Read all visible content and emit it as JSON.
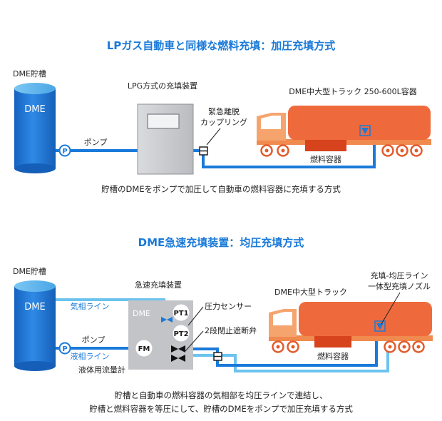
{
  "section1": {
    "title": "LPガス自動車と同様な燃料充填：加圧充填方式",
    "tank_label": "DME貯槽",
    "tank_text": "DME",
    "pump_label": "ポンプ",
    "pump_symbol": "P",
    "dispenser_label": "LPG方式の充填装置",
    "coupling_label_1": "緊急離脱",
    "coupling_label_2": "カップリング",
    "truck_label": "DME中大型トラック 250-600L容器",
    "container_label": "燃料容器",
    "caption": "貯槽のDMEをポンプで加圧して自動車の燃料容器に充填する方式"
  },
  "section2": {
    "title": "DME急速充填装置：均圧充填方式",
    "tank_label": "DME貯槽",
    "tank_text": "DME",
    "gas_line_label": "気相ライン",
    "liquid_line_label": "液相ライン",
    "pump_label": "ポンプ",
    "pump_symbol": "P",
    "device_label": "急速充填装置",
    "device_text": "DME",
    "pt1": "PT1",
    "pt2": "PT2",
    "fm": "FM",
    "pressure_sensor_label": "圧力センサー",
    "valve_label": "2段閉止遮断弁",
    "flowmeter_label": "液体用流量計",
    "truck_label": "DME中大型トラック",
    "nozzle_label_1": "充填-均圧ライン",
    "nozzle_label_2": "一体型充填ノズル",
    "container_label": "燃料容器",
    "caption_1": "貯槽と自動車の燃料容器の気相部を均圧ラインで連結し、",
    "caption_2": "貯槽と燃料容器を等圧にして、貯槽のDMEをポンプで加圧充填する方式"
  },
  "colors": {
    "title_blue": "#1a7ad9",
    "pipe_blue": "#1a7ad9",
    "gas_line": "#6cc3ee",
    "tank_blue": "#1e6fce",
    "truck_orange": "#ee6a3c",
    "cab_orange": "#f5a46d",
    "container_red": "#d6431c",
    "device_gray": "#c2c4c7"
  }
}
